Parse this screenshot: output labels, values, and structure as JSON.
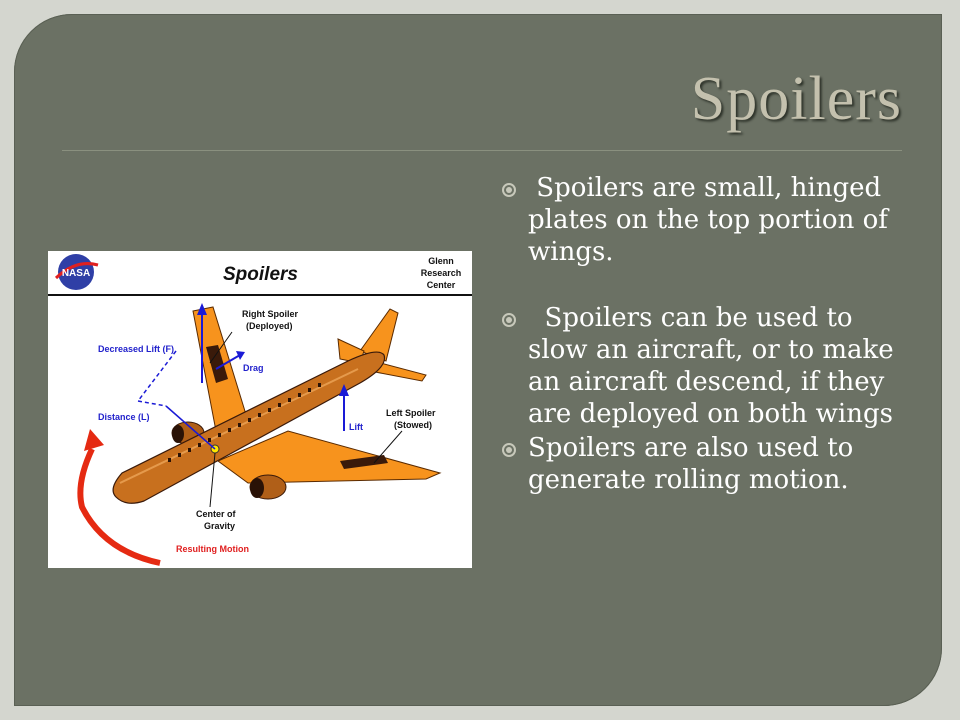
{
  "slide": {
    "title": "Spoilers",
    "bullets": [
      " Spoilers are small, hinged plates on the top portion of wings.",
      "  Spoilers can be used to slow an aircraft, or to make an aircraft descend, if they are deployed on both wings",
      "Spoilers are also used to generate rolling motion."
    ]
  },
  "figure": {
    "logo": "NASA",
    "title": "Spoilers",
    "org_line1": "Glenn",
    "org_line2": "Research",
    "org_line3": "Center",
    "labels": {
      "right_spoiler_1": "Right  Spoiler",
      "right_spoiler_2": "(Deployed)",
      "decreased_lift": "Decreased Lift  (F)",
      "drag": "Drag",
      "distance": "Distance (L)",
      "lift": "Lift",
      "left_spoiler_1": "Left Spoiler",
      "left_spoiler_2": "(Stowed)",
      "cg_1": "Center  of",
      "cg_2": "Gravity",
      "resulting_motion": "Resulting  Motion"
    },
    "colors": {
      "aircraft_body": "#c8701e",
      "wing": "#f7931d",
      "vector": "#1a1ad6",
      "motion": "#e52a12",
      "label_blue": "#2222cc",
      "label_red": "#e02020"
    }
  }
}
